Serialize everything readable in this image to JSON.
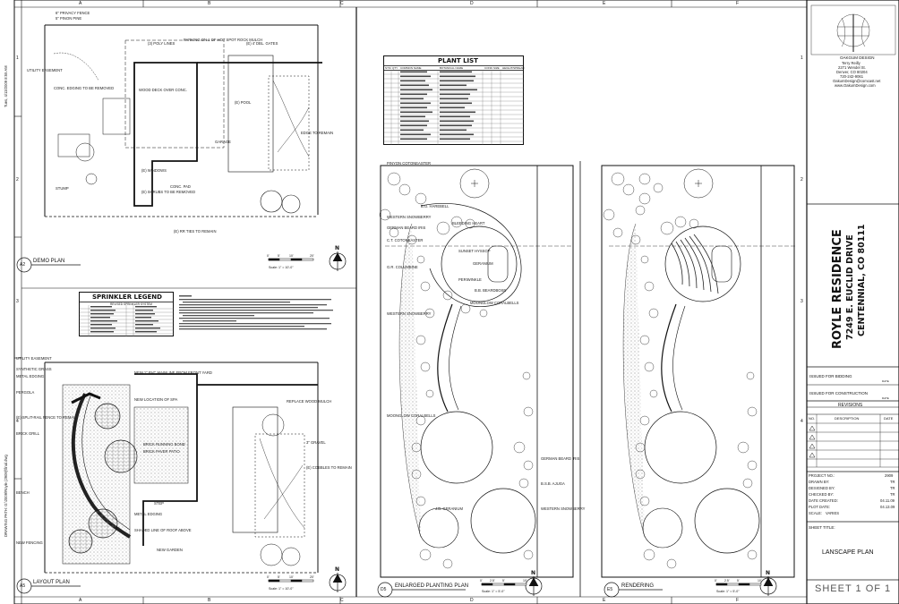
{
  "sidebar_date": "Tues, 4/13/2009 8:55 AM",
  "sidebar_path": "DRAWING PATH: G:\\2009\\Royle (2909)\\final.dwg",
  "grid": {
    "cols": [
      "A",
      "B",
      "C",
      "D",
      "E",
      "F"
    ],
    "rows": [
      "1",
      "2",
      "3",
      "4"
    ]
  },
  "views": {
    "demo": {
      "num": "A2",
      "title": "DEMO PLAN",
      "scale": "Scale: 1\" = 10'-0\""
    },
    "layout": {
      "num": "A5",
      "title": "LAYOUT PLAN",
      "scale": "Scale: 1\" = 10'-0\""
    },
    "planting": {
      "num": "D5",
      "title": "ENLARGED PLANTING PLAN",
      "scale": "Scale: 1\" = 5'-0\""
    },
    "rendering": {
      "num": "E5",
      "title": "RENDERING",
      "scale": "Scale: 1\" = 5'-0\""
    }
  },
  "north": "N",
  "scalebar_demo": [
    "0'",
    "5'",
    "10'",
    "20'"
  ],
  "scalebar_planting": [
    "0'",
    "2.5'",
    "5'",
    "10'"
  ],
  "plant_list": {
    "title": "PLANT LIST",
    "headers": [
      "SYM",
      "QTY",
      "COMMON NAME",
      "BOTANICAL NAME",
      "COND.",
      "SIZE",
      "HEIGHT/SPREAD"
    ]
  },
  "sprinkler_legend": {
    "title": "SPRINKLER LEGEND",
    "subtitle": "REVISED SPRINKLER SYSTEM"
  },
  "demo_callouts": [
    "6\" PRIVACY FENCE",
    "5\" PINON PINE",
    "(3) POLY LINES",
    "PARKING ON 1 OF HOT SPOT ROCK MULCH",
    "(E) 4' DBL. GATES",
    "UTILITY EASEMENT",
    "CONC. EDGING TO BE REMOVED",
    "WOOD DECK OVER CONC.",
    "(E) POOL",
    "GARAGE",
    "(E) WINDOWS",
    "EDGE TO REMAIN",
    "(E) SHRUBS TO BE REMOVED",
    "CONC. PAD",
    "STUMP",
    "(E) RR TIES TO REMAIN"
  ],
  "layout_callouts": [
    "UTILITY EASEMENT",
    "SYNTHETIC GRASS",
    "METAL EDGING",
    "PERGOLA",
    "(E) SPLIT-RAIL FENCE TO REMAIN",
    "BRICK GRILL",
    "REPLACE WOOD MULCH",
    "NEW 1\" PVC MAINLINE FROM FRONT YARD",
    "NEW LOCATION OF SPA",
    "BRICK RUNNING BOND",
    "BRICK PAVER PATIO",
    "3\" GRAVEL",
    "(E) COBBLES TO REMAIN",
    "STEP",
    "METAL EDGING",
    "SHADED LINE OF ROOF ABOVE",
    "NEW GARDEN",
    "BENCH",
    "NEW FENCING"
  ],
  "planting_labels": [
    "PINYON COTONEASTER",
    "B.O. HAREBELL",
    "WESTERN SNOWBERRY",
    "BLEEDING HEART",
    "GERMAN BEARD IRIS",
    "C.T. COTONEASTER",
    "SUNSET HYSSOP",
    "GERANIUM",
    "G.R. COLUMBINE",
    "PERIWINKLE",
    "B.B. BEARDBOSE",
    "MOONGLOW CORALBELLS",
    "WESTERN SNOWBERRY",
    "MOONGLOW CORALBELLS",
    "GERMAN BEARD IRIS",
    "B.S.B. AJUGA",
    "J.B. GERANIUM",
    "WESTERN SNOWBERRY"
  ],
  "title_block": {
    "firm": "OAKGUM DESIGN",
    "firm_lines": [
      "Terry Reilly",
      "2271 Wendel St.",
      "Denver, CO 80204",
      "720-242-9061",
      "OakumDesign@comcast.net",
      "www.OakumDesign.com"
    ],
    "project_name": "ROYLE RESIDENCE",
    "address": "7249 E. EUCLID DRIVE",
    "city": "CENTENNIAL, CO 80111",
    "issued_bidding": "ISSUED FOR BIDDING",
    "issued_construction": "ISSUED FOR CONSTRUCTION",
    "date_label": "DATE",
    "revisions_title": "REVISIONS",
    "rev_headers": [
      "NO.",
      "DESCRIPTION",
      "DATE"
    ],
    "info": [
      {
        "label": "PROJECT NO.:",
        "value": "2909"
      },
      {
        "label": "DRAWN BY:",
        "value": "TR"
      },
      {
        "label": "DESIGNED BY:",
        "value": "TR"
      },
      {
        "label": "CHECKED BY:",
        "value": "TR"
      },
      {
        "label": "DATE CREATED:",
        "value": "04.11.09"
      },
      {
        "label": "PLOT DATE:",
        "value": "04.13.09"
      },
      {
        "label": "SCALE:",
        "value": "VARIES"
      }
    ],
    "sheet_title_label": "SHEET TITLE:",
    "sheet_title": "LANSCAPE PLAN",
    "sheet_number": "SHEET 1 OF 1"
  }
}
